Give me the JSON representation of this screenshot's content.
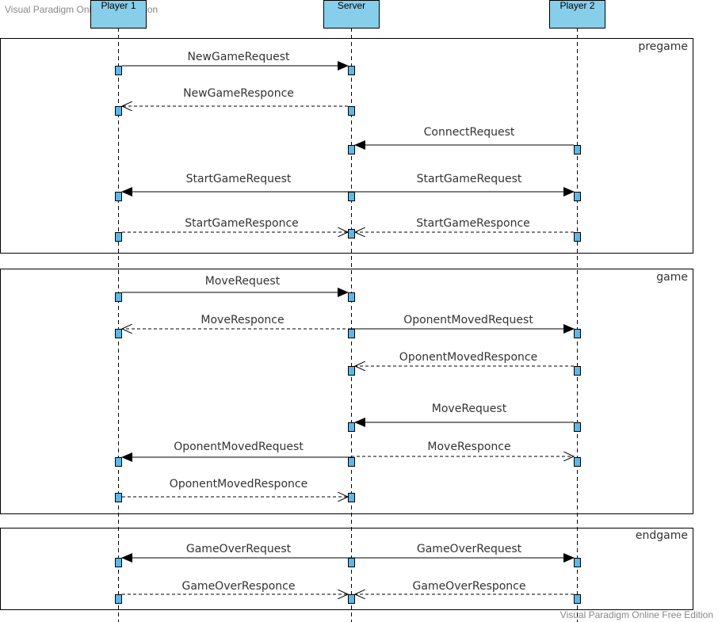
{
  "watermarks": {
    "top_left": "Visual Paradigm Online Free Edition",
    "bottom_right": "Visual Paradigm Online Free Edition"
  },
  "colors": {
    "lifeline_head": "#87CEEB",
    "activation": "#5BB8E8",
    "line": "#000000",
    "text": "#333333"
  },
  "lifelines": [
    {
      "id": "p1",
      "label": "Player 1"
    },
    {
      "id": "server",
      "label": "Server"
    },
    {
      "id": "p2",
      "label": "Player 2"
    }
  ],
  "fragments": [
    {
      "label": "pregame"
    },
    {
      "label": "game"
    },
    {
      "label": "endgame"
    }
  ],
  "messages": [
    {
      "label": "NewGameRequest",
      "from": "p1",
      "to": "server",
      "kind": "sync"
    },
    {
      "label": "NewGameResponce",
      "from": "server",
      "to": "p1",
      "kind": "reply"
    },
    {
      "label": "ConnectRequest",
      "from": "p2",
      "to": "server",
      "kind": "sync"
    },
    {
      "label": "StartGameRequest",
      "from": "server",
      "to": "p1",
      "kind": "sync"
    },
    {
      "label": "StartGameRequest",
      "from": "server",
      "to": "p2",
      "kind": "sync"
    },
    {
      "label": "StartGameResponce",
      "from": "p1",
      "to": "server",
      "kind": "reply"
    },
    {
      "label": "StartGameResponce",
      "from": "p2",
      "to": "server",
      "kind": "reply"
    },
    {
      "label": "MoveRequest",
      "from": "p1",
      "to": "server",
      "kind": "sync"
    },
    {
      "label": "MoveResponce",
      "from": "server",
      "to": "p1",
      "kind": "reply"
    },
    {
      "label": "OponentMovedRequest",
      "from": "server",
      "to": "p2",
      "kind": "sync"
    },
    {
      "label": "OponentMovedResponce",
      "from": "p2",
      "to": "server",
      "kind": "reply"
    },
    {
      "label": "MoveRequest",
      "from": "p2",
      "to": "server",
      "kind": "sync"
    },
    {
      "label": "OponentMovedRequest",
      "from": "server",
      "to": "p1",
      "kind": "sync"
    },
    {
      "label": "MoveResponce",
      "from": "server",
      "to": "p2",
      "kind": "reply"
    },
    {
      "label": "OponentMovedResponce",
      "from": "p1",
      "to": "server",
      "kind": "reply"
    },
    {
      "label": "GameOverRequest",
      "from": "server",
      "to": "p1",
      "kind": "sync"
    },
    {
      "label": "GameOverRequest",
      "from": "server",
      "to": "p2",
      "kind": "sync"
    },
    {
      "label": "GameOverResponce",
      "from": "p1",
      "to": "server",
      "kind": "reply"
    },
    {
      "label": "GameOverResponce",
      "from": "p2",
      "to": "server",
      "kind": "reply"
    }
  ]
}
